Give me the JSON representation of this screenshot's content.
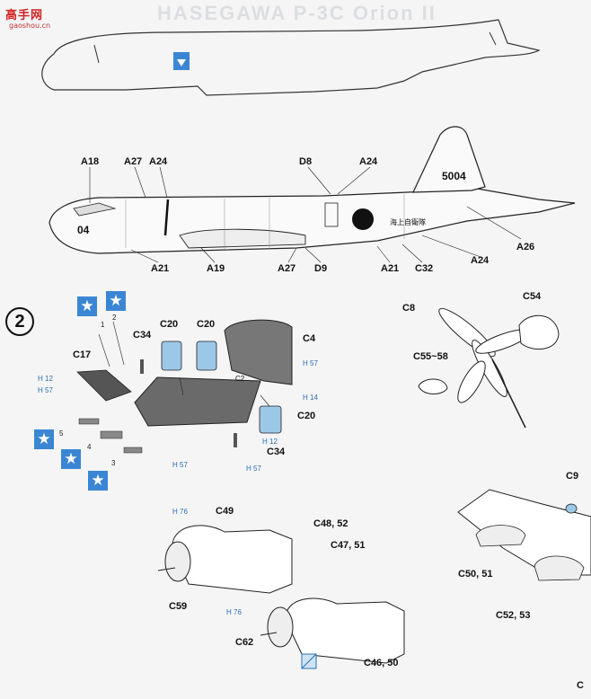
{
  "header": {
    "site_logo": "高手网",
    "site_url": "gaoshou.cn",
    "title": "HASEGAWA P-3C Orion II"
  },
  "step": "2",
  "side_view": {
    "labels": [
      "A18",
      "A27",
      "A24",
      "D8",
      "A24",
      "A26",
      "A21",
      "A19",
      "A27",
      "D9",
      "A21",
      "C32",
      "A24"
    ],
    "markings": {
      "nose_number": "04",
      "tail_number": "5004",
      "fuselage_text": "海上自衛隊"
    }
  },
  "cockpit": {
    "parts": [
      "C20",
      "C20",
      "C34",
      "C4",
      "C2",
      "C17",
      "C20",
      "C34"
    ],
    "paint_codes": [
      "H 57",
      "H 12",
      "H 57",
      "H 14",
      "H 12",
      "H 57",
      "H 57"
    ],
    "decal_numbers": [
      "1",
      "2",
      "5",
      "4",
      "3"
    ]
  },
  "propeller": {
    "parts": [
      "C8",
      "C54",
      "C55~58"
    ]
  },
  "engine": {
    "parts": [
      "C49",
      "C48, 52",
      "C47, 51",
      "C59",
      "C62",
      "C46, 50"
    ],
    "paint_codes": [
      "H 76",
      "H 76"
    ]
  },
  "wing": {
    "parts": [
      "C9",
      "C50, 51",
      "C52, 53"
    ]
  },
  "footer": {
    "page_corner": "C"
  },
  "colors": {
    "part_blue": "#9cc8e8",
    "star_blue": "#3a86d4",
    "line": "#222222",
    "paint_code": "#2a6fb8",
    "grey_part": "#6a6a6a"
  }
}
